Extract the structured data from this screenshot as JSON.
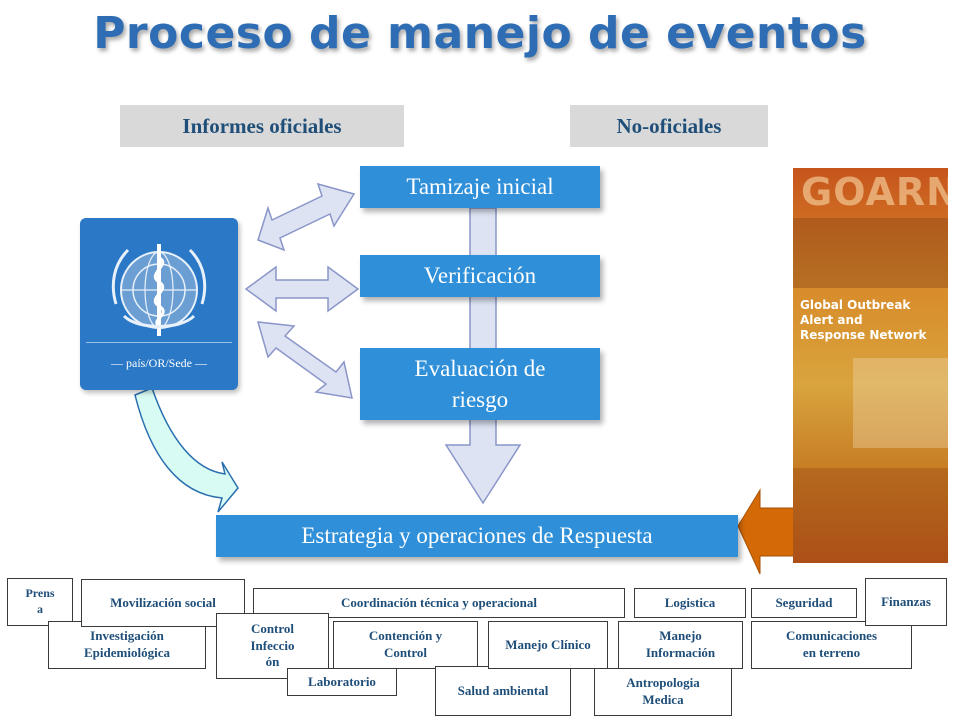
{
  "title": "Proceso de manejo de eventos",
  "headers": {
    "official": "Informes oficiales",
    "unofficial": "No-oficiales"
  },
  "who": {
    "label": "— país/OR/Sede —"
  },
  "steps": {
    "screening": "Tamizaje inicial",
    "verification": "Verificación",
    "risk_assessment": "Evaluación de riesgo",
    "response": "Estrategia y operaciones de Respuesta"
  },
  "goarn": {
    "logo": "GOARN",
    "subtitle": "Global Outbreak\nAlert and\nResponse Network"
  },
  "functions": {
    "prensa": "Prens\na",
    "movilizacion": "Movilización social",
    "coordinacion": "Coordinación técnica y operacional",
    "logistica": "Logistica",
    "seguridad": "Seguridad",
    "finanzas": "Finanzas",
    "investigacion": "Investigación\nEpidemiológica",
    "control_infeccion": "Control\nInfeccio\nón",
    "contencion": "Contención y\nControl",
    "manejo_clinico": "Manejo Clínico",
    "manejo_informacion": "Manejo\nInformación",
    "comunicaciones": "Comunicaciones\nen terreno",
    "laboratorio": "Laboratorio",
    "salud_ambiental": "Salud ambiental",
    "antropologia": "Antropologia\nMedica"
  },
  "colors": {
    "title": "#2e6db4",
    "step_box": "#2f8fd8",
    "header_bg": "#d9d9d9",
    "orange_arrow": "#d46a06"
  },
  "icons": [
    "who-emblem-icon",
    "double-arrow-icon",
    "down-arrow-icon",
    "curved-arrow-icon",
    "orange-arrow-icon"
  ]
}
